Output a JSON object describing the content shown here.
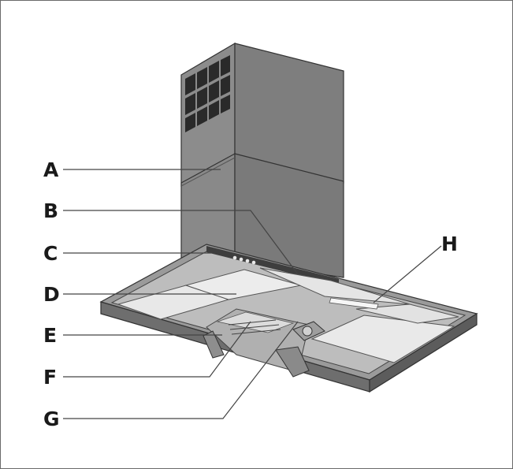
{
  "diagram": {
    "labels": [
      {
        "id": "A",
        "text": "A"
      },
      {
        "id": "B",
        "text": "B"
      },
      {
        "id": "C",
        "text": "C"
      },
      {
        "id": "D",
        "text": "D"
      },
      {
        "id": "E",
        "text": "E"
      },
      {
        "id": "F",
        "text": "F"
      },
      {
        "id": "G",
        "text": "G"
      },
      {
        "id": "H",
        "text": "H"
      }
    ]
  }
}
